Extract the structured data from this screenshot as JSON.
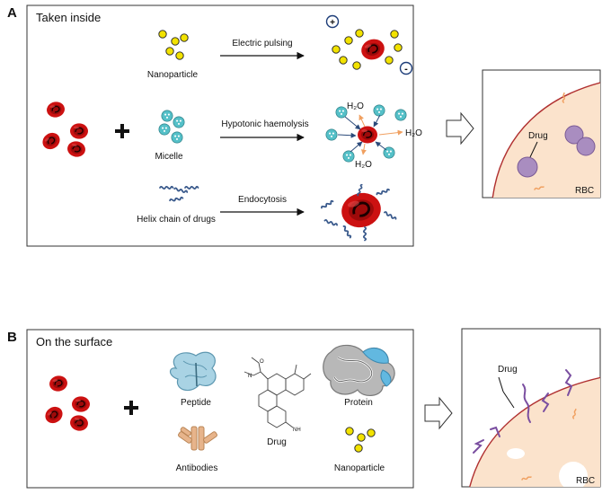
{
  "panel_a": {
    "letter": "A",
    "title": "Taken inside",
    "rows": [
      {
        "carrier": "Nanoparticle",
        "method": "Electric pulsing"
      },
      {
        "carrier": "Micelle",
        "method": "Hypotonic haemolysis"
      },
      {
        "carrier": "Helix chain of drugs",
        "method": "Endocytosis"
      }
    ],
    "charge_plus": "+",
    "charge_minus": "-",
    "water_label": "H₂O",
    "inset": {
      "drug_label": "Drug",
      "cell_label": "RBC"
    }
  },
  "panel_b": {
    "letter": "B",
    "title": "On the surface",
    "items": {
      "peptide": "Peptide",
      "antibodies": "Antibodies",
      "drug": "Drug",
      "protein": "Protein",
      "nanoparticle": "Nanoparticle"
    },
    "inset": {
      "drug_label": "Drug",
      "cell_label": "RBC"
    }
  },
  "colors": {
    "rbc": "#cc1111",
    "rbc_dark": "#7a0000",
    "nanoparticle": "#f2e200",
    "micelle": "#55c0c8",
    "chain": "#3a5a8c",
    "cell_fill": "#fbe3cc",
    "cell_edge": "#b03030",
    "drug_sphere": "#a98dc0",
    "arrow_orange": "#f0a060",
    "arrow_blue": "#2b4a7a",
    "peptide": "#a9d3e4",
    "antibody": "#e7b48b",
    "protein_gray": "#9a9a9a",
    "surface_drug": "#7a4ea0"
  }
}
